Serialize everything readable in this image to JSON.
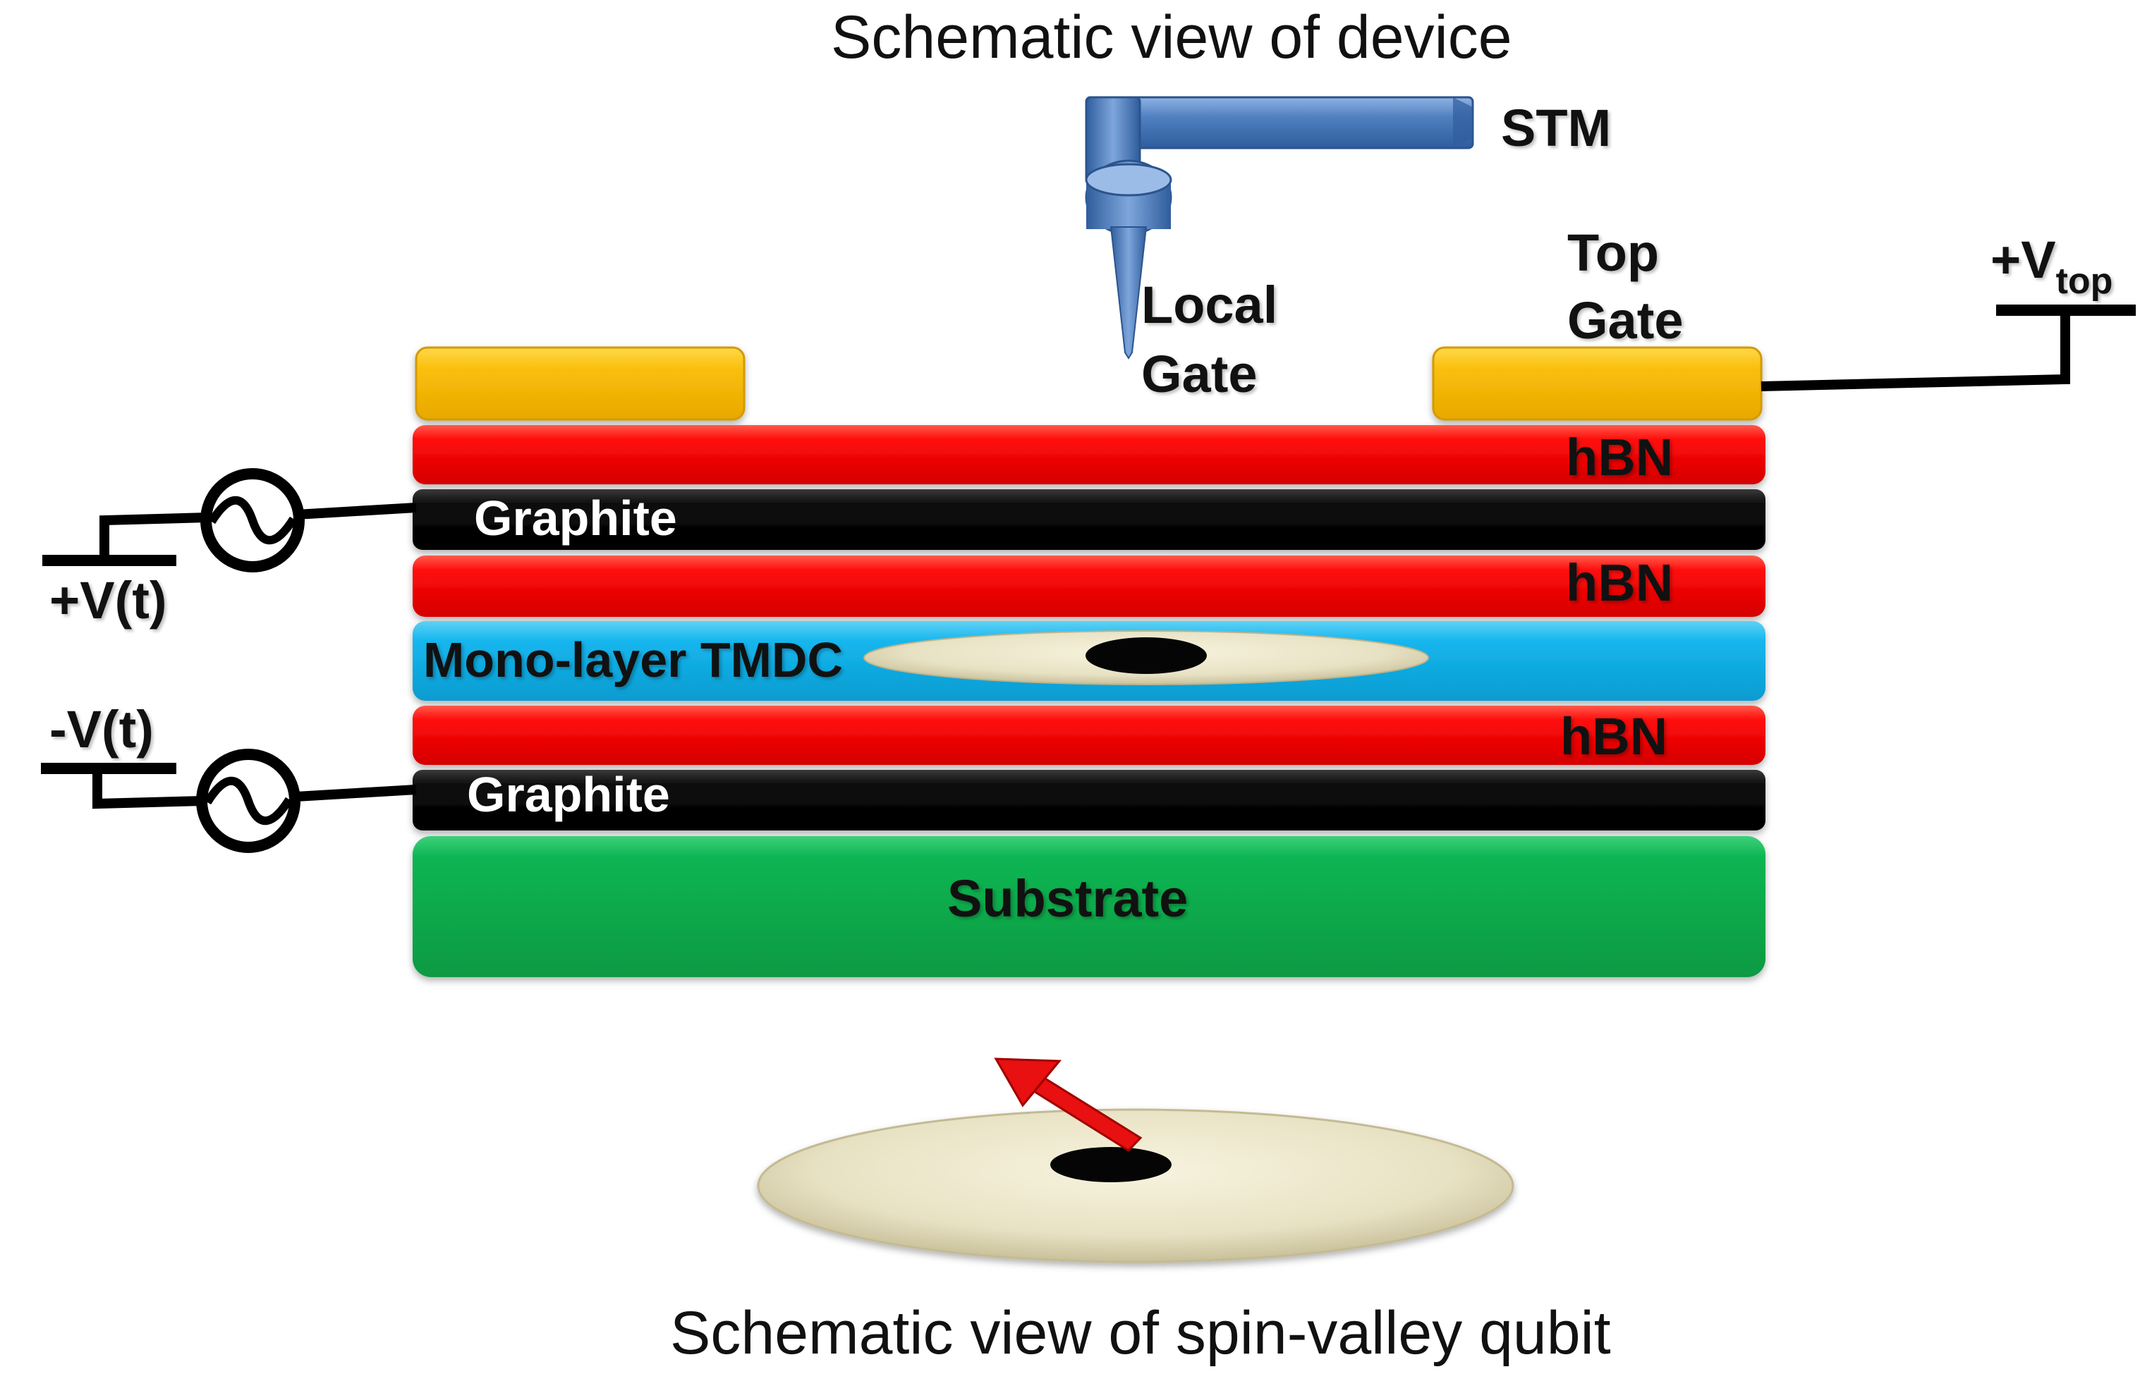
{
  "captions": {
    "top": "Schematic view of device",
    "bottom": "Schematic view of spin-valley qubit"
  },
  "labels": {
    "stm": "STM",
    "local_gate_line1": "Local",
    "local_gate_line2": "Gate",
    "top_gate_line1": "Top",
    "top_gate_line2": "Gate",
    "v_top_main": "+V",
    "v_top_sub": "top",
    "plus_vt": "+V(t)",
    "minus_vt": "-V(t)"
  },
  "layers": [
    {
      "id": "hbn-top",
      "label": "hBN",
      "color": "#ff0000"
    },
    {
      "id": "graphite-top",
      "label": "Graphite",
      "color": "#0a0a0a"
    },
    {
      "id": "hbn-middle",
      "label": "hBN",
      "color": "#ff0000"
    },
    {
      "id": "tmdc",
      "label": "Mono-layer TMDC",
      "color": "#13b4ec"
    },
    {
      "id": "hbn-bottom",
      "label": "hBN",
      "color": "#ff0000"
    },
    {
      "id": "graphite-bottom",
      "label": "Graphite",
      "color": "#0a0a0a"
    },
    {
      "id": "substrate",
      "label": "Substrate",
      "color": "#0ab351"
    }
  ],
  "colors": {
    "gate_gold": "#f8bd0a",
    "stm_blue": "#4f7fc0",
    "quantum_dot_beige": "#e8e2c4",
    "spin_arrow": "#e81010"
  },
  "icons": {
    "ac_source": "ac-voltage-source-icon",
    "ground": "terminal-bar-icon",
    "spin": "spin-arrow-icon"
  }
}
